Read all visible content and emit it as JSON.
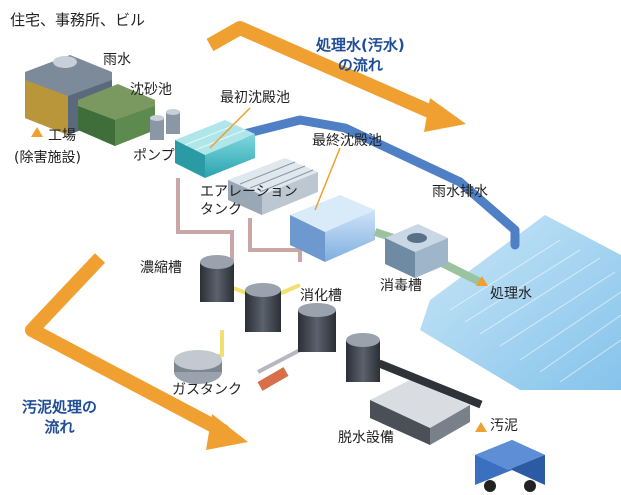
{
  "labels": {
    "sources": "住宅、事務所、ビル",
    "rainwater": "雨水",
    "grit_chamber": "沈砂池",
    "primary_sedimentation": "最初沈殿池",
    "factory_line1": "工場",
    "factory_line2": "(除害施設)",
    "pump": "ポンプ",
    "final_sedimentation": "最終沈殿池",
    "aeration_line1": "エアレーション",
    "aeration_line2": "タンク",
    "rain_drain": "雨水排水",
    "thickener": "濃縮槽",
    "digester": "消化槽",
    "disinfection": "消毒槽",
    "treated_water": "処理水",
    "gas_tank": "ガスタンク",
    "dewatering": "脱水設備",
    "sludge": "汚泥"
  },
  "flows": {
    "water_line1": "処理水(汚水)",
    "water_line2": "の流れ",
    "sludge_line1": "汚泥処理の",
    "sludge_line2": "流れ"
  },
  "colors": {
    "flow_arrow": "#f0a030",
    "flow_text": "#1f4e96",
    "water": "#9fd0ee",
    "pipe_blue": "#5a86c8",
    "tank_teal": "#3fb8c0",
    "tank_dark": "#3a3f48"
  }
}
